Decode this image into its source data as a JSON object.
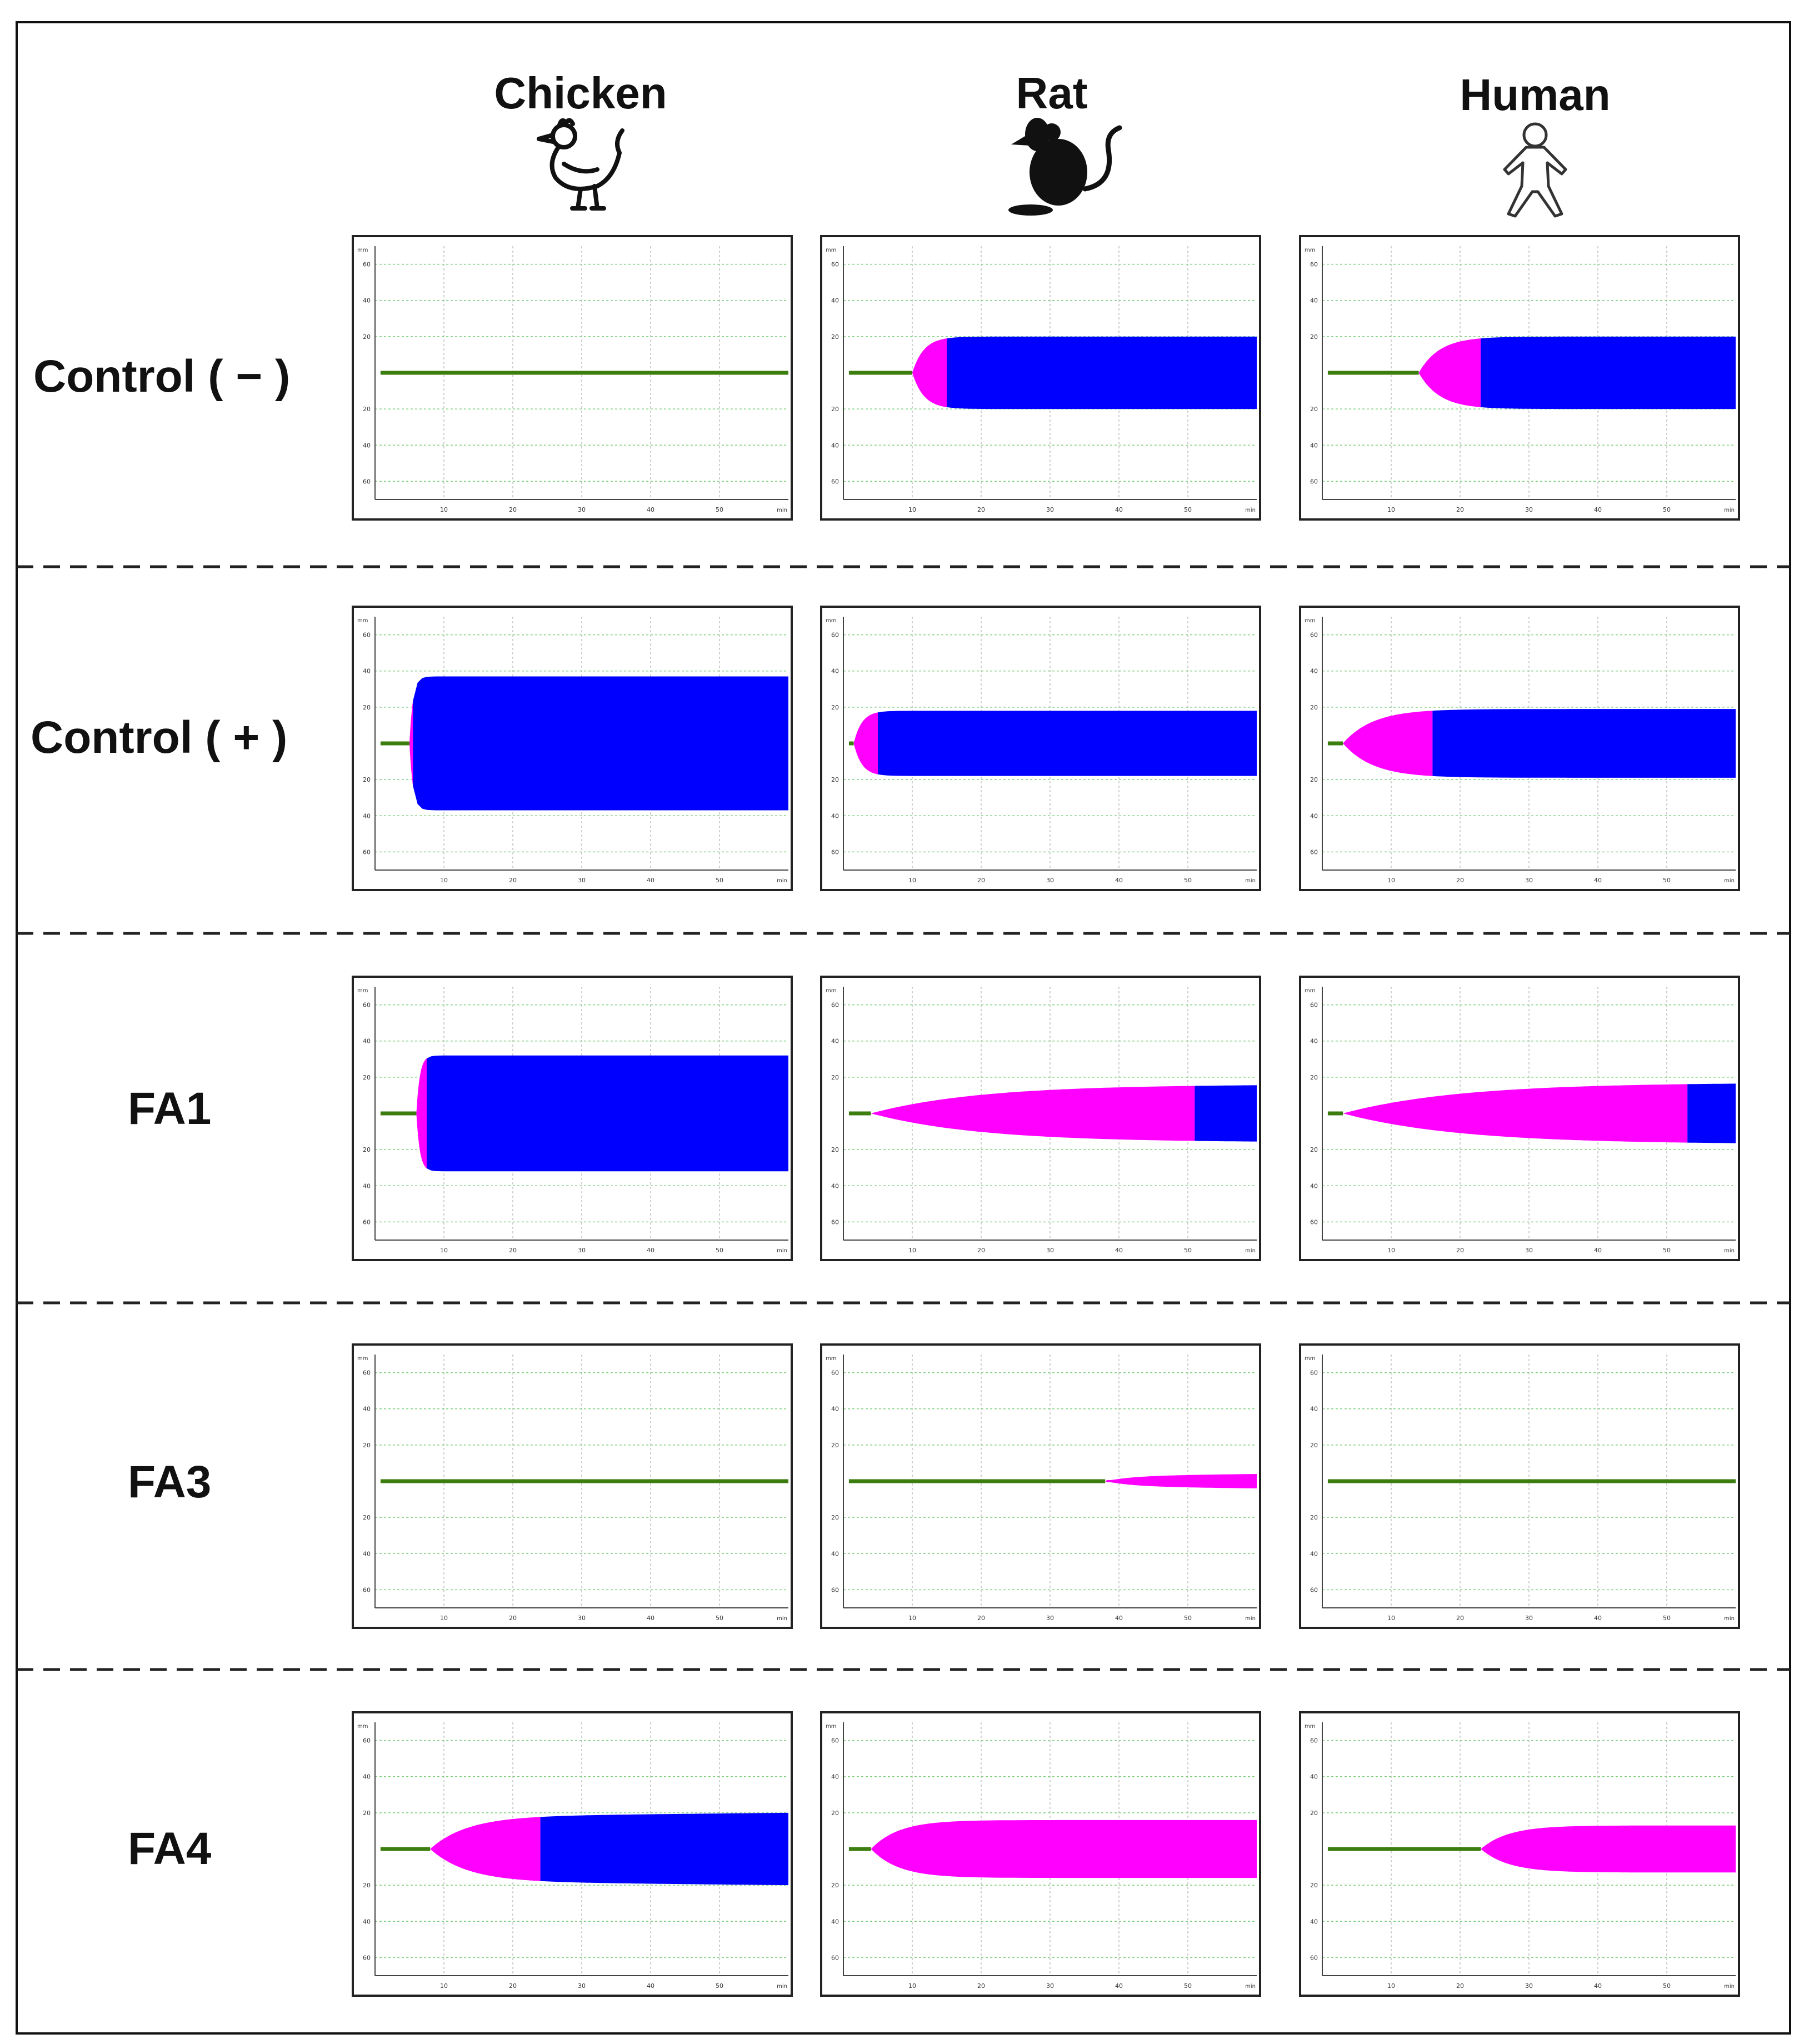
{
  "columns": [
    "Chicken",
    "Rat",
    "Human"
  ],
  "rows": [
    "Control ( − )",
    "Control ( + )",
    "FA1",
    "FA3",
    "FA4"
  ],
  "icons": [
    "chicken-icon",
    "rat-icon",
    "human-icon"
  ],
  "colors": {
    "baseline": "#3b7d0e",
    "onset": "#ff00ff",
    "clot": "#0000ff",
    "grid": "#bfbfbf",
    "grid_amp": "#7fcf7f",
    "frame": "#222222"
  },
  "chart_data": {
    "type": "area",
    "x_unit": "min",
    "y_unit": "mm",
    "x_ticks": [
      "10",
      "20",
      "30",
      "40",
      "50"
    ],
    "y_ticks": [
      "60",
      "40",
      "20",
      "20",
      "40",
      "60"
    ],
    "xlim": [
      0,
      60
    ],
    "ylim": [
      -70,
      70
    ],
    "legend": "none",
    "panels": [
      {
        "row": "Control ( − )",
        "column": "Chicken",
        "R": null,
        "K": null,
        "max_amplitude": 0,
        "end_amplitude": 0
      },
      {
        "row": "Control ( − )",
        "column": "Rat",
        "R": 10,
        "K": 15,
        "max_amplitude": 20,
        "end_amplitude": 20
      },
      {
        "row": "Control ( − )",
        "column": "Human",
        "R": 14,
        "K": 23,
        "max_amplitude": 20,
        "end_amplitude": 20
      },
      {
        "row": "Control ( + )",
        "column": "Chicken",
        "R": 5,
        "K": 5.5,
        "max_amplitude": 37,
        "end_amplitude": 37
      },
      {
        "row": "Control ( + )",
        "column": "Rat",
        "R": 1.5,
        "K": 5,
        "max_amplitude": 18,
        "end_amplitude": 18
      },
      {
        "row": "Control ( + )",
        "column": "Human",
        "R": 3,
        "K": 16,
        "max_amplitude": 19,
        "end_amplitude": 19
      },
      {
        "row": "FA1",
        "column": "Chicken",
        "R": 6,
        "K": 7.5,
        "max_amplitude": 32,
        "end_amplitude": 32
      },
      {
        "row": "FA1",
        "column": "Rat",
        "R": 4,
        "K": 51,
        "max_amplitude": 16,
        "end_amplitude": 16
      },
      {
        "row": "FA1",
        "column": "Human",
        "R": 3,
        "K": 53,
        "max_amplitude": 17,
        "end_amplitude": 17
      },
      {
        "row": "FA3",
        "column": "Chicken",
        "R": null,
        "K": null,
        "max_amplitude": 0,
        "end_amplitude": 0
      },
      {
        "row": "FA3",
        "column": "Rat",
        "R": 38,
        "K": null,
        "max_amplitude": 3,
        "end_amplitude": 4
      },
      {
        "row": "FA3",
        "column": "Human",
        "R": null,
        "K": null,
        "max_amplitude": 0,
        "end_amplitude": 0
      },
      {
        "row": "FA4",
        "column": "Chicken",
        "R": 8,
        "K": 24,
        "max_amplitude": 18,
        "end_amplitude": 20
      },
      {
        "row": "FA4",
        "column": "Rat",
        "R": 4,
        "K": null,
        "max_amplitude": 16,
        "end_amplitude": 16
      },
      {
        "row": "FA4",
        "column": "Human",
        "R": 23,
        "K": null,
        "max_amplitude": 13,
        "end_amplitude": 13
      }
    ]
  }
}
